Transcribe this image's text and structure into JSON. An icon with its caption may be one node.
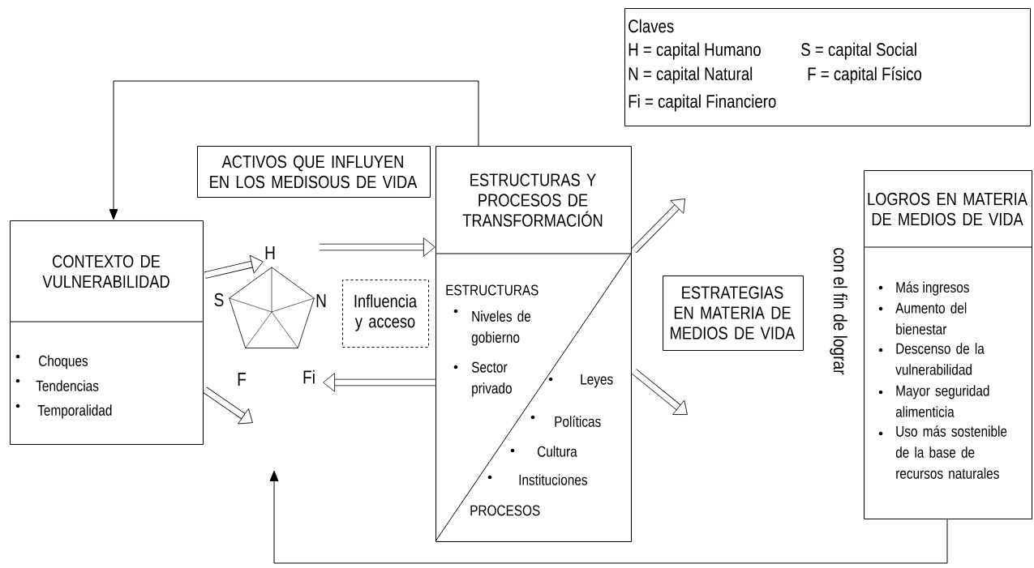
{
  "diagram": {
    "nodes": [
      {
        "text": [
          "CONTEXTO DE VULNERABILIDAD",
          "Choques",
          "Tendencias",
          "Temporalidad"
        ]
      },
      {
        "text": [
          "ACTIVOS QUE INFLUYEN EN LOS MEDISOUS DE VIDA"
        ]
      },
      {
        "text": [],
        "shape": "pentagon",
        "beside": [
          "H",
          "S",
          "N",
          "F",
          "Fi"
        ]
      },
      {
        "text": [
          "Influencia y acceso"
        ]
      },
      {
        "text": [
          "ESTRUCTURAS Y PROCESOS DE TRANSFORMACIÓN",
          "ESTRUCTURAS",
          "Niveles de gobierno",
          "Sector privado",
          "Leyes",
          "Políticas",
          "Cultura",
          "Instituciones",
          "PROCESOS"
        ]
      },
      {
        "text": [
          "ESTRATEGIAS EN MATERIA DE MEDIOS DE VIDA"
        ]
      },
      {
        "text": [
          "LOGROS EN MATERIA DE MEDIOS DE VIDA",
          "Más ingresos",
          "Aumento del bienestar",
          "Descenso de la vulnerabilidad",
          "Mayor seguridad alimenticia",
          "Uso más sostenible de la base de recursos naturales"
        ]
      },
      {
        "text": [
          "Claves",
          "H =  capital Humano",
          "S = capital Social",
          "N =  capital Natural",
          "F = capital Físico",
          "Fi =  capital Financiero"
        ]
      }
    ],
    "edges": [
      {
        "from": 4,
        "to": 0,
        "arrow": "to"
      },
      {
        "from": 6,
        "to": null,
        "arrow": "to"
      },
      {
        "from": 0,
        "to": 2,
        "arrow": "to"
      },
      {
        "from": 0,
        "to": null,
        "arrow": "to"
      },
      {
        "from": 2,
        "to": 4,
        "arrow": "to"
      },
      {
        "from": 4,
        "to": 2,
        "arrow": "to"
      },
      {
        "from": 4,
        "to": null,
        "arrow": "to"
      },
      {
        "from": 4,
        "to": null,
        "arrow": "to"
      }
    ],
    "labels": [
      "con el fin de lograr"
    ]
  }
}
